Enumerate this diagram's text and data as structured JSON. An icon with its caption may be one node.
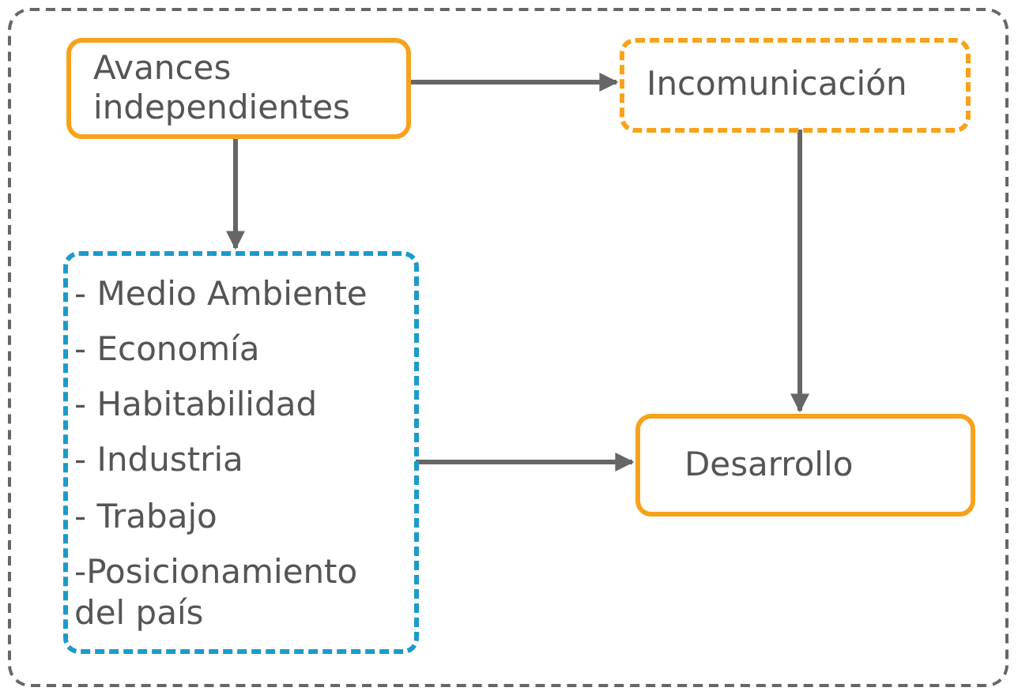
{
  "diagram": {
    "nodes": [
      {
        "text": [],
        "shape": "box"
      },
      {
        "text": [
          "Avances independientes"
        ],
        "in": 0
      },
      {
        "text": [
          "Incomunicación"
        ],
        "in": 0
      },
      {
        "text": [
          "- Medio Ambiente",
          "- Economía",
          "- Habitabilidad",
          "- Industria",
          "- Trabajo",
          "-Posicionamiento del país"
        ],
        "in": 0
      },
      {
        "text": [
          "Desarrollo"
        ],
        "in": 0
      }
    ],
    "edges": [
      {
        "from": 1,
        "to": 2,
        "arrow": "to"
      },
      {
        "from": 1,
        "to": 3,
        "arrow": "to"
      },
      {
        "from": 2,
        "to": 4,
        "arrow": "to"
      },
      {
        "from": 3,
        "to": 4,
        "arrow": "to"
      }
    ]
  }
}
